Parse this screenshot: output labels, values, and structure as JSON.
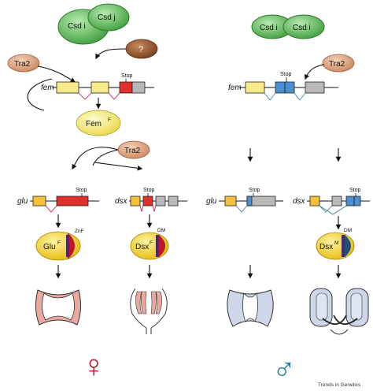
{
  "female": {
    "csd_top": {
      "label_a": "Csd i",
      "label_b": "Csd j"
    },
    "unknown_factor": "?",
    "tra2_1": "Tra2",
    "fem_gene": {
      "label": "fem",
      "stop": "Stop"
    },
    "fem_protein": {
      "label": "Fem",
      "superscript": "F"
    },
    "tra2_2": "Tra2",
    "glu_gene": {
      "label": "glu",
      "stop": "Stop"
    },
    "dsx_gene": {
      "label": "dsx",
      "stop": "Stop"
    },
    "glu_protein": {
      "label": "Glu",
      "superscript": "F",
      "domain": "ZnF"
    },
    "dsx_protein": {
      "label": "Dsx",
      "superscript": "F",
      "domain": "DM"
    },
    "symbol": "♀"
  },
  "male": {
    "csd_top": {
      "label_a": "Csd i",
      "label_b": "Csd i"
    },
    "tra2": "Tra2",
    "fem_gene": {
      "label": "fem",
      "stop": "Stop"
    },
    "glu_gene": {
      "label": "glu",
      "stop": "Stop"
    },
    "dsx_gene": {
      "label": "dsx",
      "stop": "Stop"
    },
    "dsx_protein": {
      "label": "Dsx",
      "superscript": "M",
      "domain": "DM"
    },
    "symbol": "♂"
  },
  "credit": "Trends in Genetics",
  "colors": {
    "female_red": "#c0162b",
    "male_teal": "#2a7fa0",
    "exon_yellow": "#f6ea8a",
    "exon_red": "#e0302c",
    "exon_blue": "#4b8fd0",
    "exon_gray": "#b8b8b8",
    "csd_green": "#5cbf5a",
    "tra2_tan": "#d9a07b",
    "unknown_brown": "#8a4f2a",
    "protein_yellow": "#f3d645"
  }
}
